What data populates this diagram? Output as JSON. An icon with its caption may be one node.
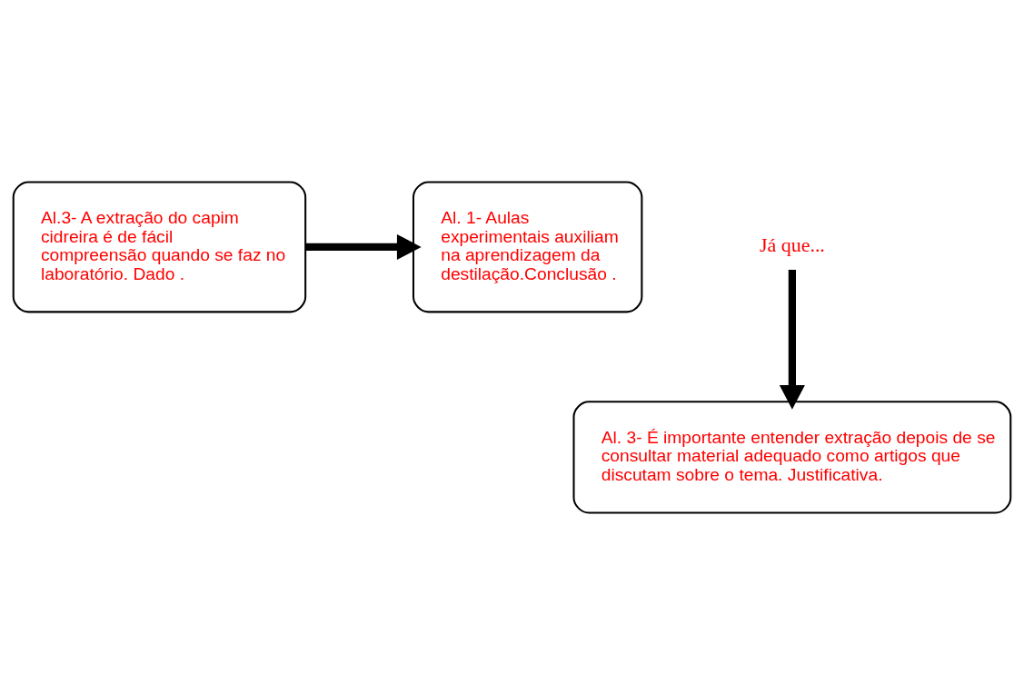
{
  "diagram": {
    "nodes": [
      {
        "text": [
          "Al.3- A extração do capim cidreira é de fácil compreensão quando se faz no laboratório. Dado ."
        ]
      },
      {
        "text": [
          "Al. 1- Aulas experimentais auxiliam na aprendizagem da destilação.Conclusão ."
        ]
      },
      {
        "text": [
          "Al. 3- É importante entender extração depois de se consultar material adequado como artigos que discutam sobre o tema. Justificativa."
        ]
      },
      {
        "text": [
          "Já que..."
        ]
      }
    ],
    "edges": [
      {
        "from": 0,
        "to": 1,
        "arrow": "to"
      },
      {
        "from": 3,
        "to": 2,
        "arrow": "to"
      }
    ]
  }
}
